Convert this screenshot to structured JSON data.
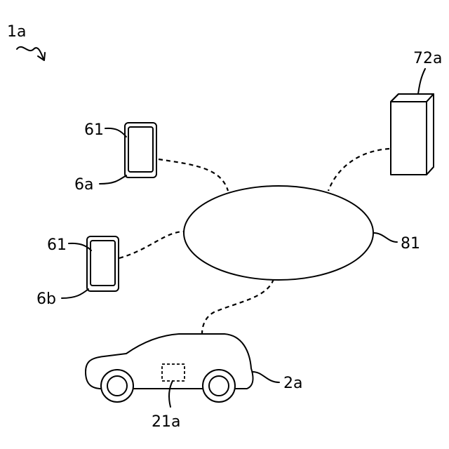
{
  "labels": {
    "system": "1a",
    "network": "81",
    "server": "72a",
    "terminal_a": "6a",
    "terminal_b": "6b",
    "display_a": "61",
    "display_b": "61",
    "vehicle": "2a",
    "vehicle_unit": "21a"
  }
}
